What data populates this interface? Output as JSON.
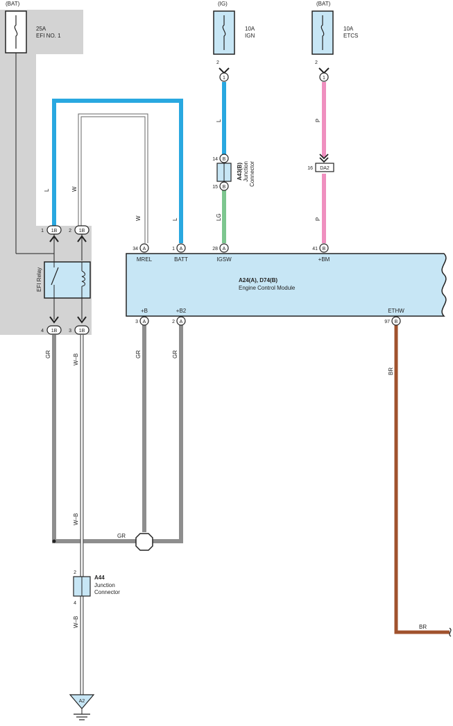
{
  "fuses": {
    "efi": {
      "source": "(BAT)",
      "rating": "25A",
      "name": "EFI NO. 1"
    },
    "ign": {
      "source": "(IG)",
      "rating": "10A",
      "name": "IGN",
      "pin": "2",
      "connector": "1"
    },
    "etcs": {
      "source": "(BAT)",
      "rating": "10A",
      "name": "ETCS",
      "pin": "2",
      "connector": "1"
    }
  },
  "wires": {
    "l": "L",
    "w": "W",
    "lg": "LG",
    "p": "P",
    "gr": "GR",
    "wb": "W–B",
    "br": "BR"
  },
  "relay": {
    "name": "EFI Relay",
    "connector": "1B",
    "pin_top_left": "1",
    "pin_top_right": "2",
    "pin_bottom_left": "4",
    "pin_bottom_right": "3"
  },
  "junction_a43": {
    "title": "A43(B)",
    "subtitle_1": "Junction",
    "subtitle_2": "Connector",
    "pin_top": "14",
    "pin_bottom": "15",
    "letter": "B"
  },
  "da2": {
    "pin": "16",
    "label": "DA2"
  },
  "ecm": {
    "title": "A24(A), D74(B)",
    "subtitle": "Engine Control Module",
    "top_pins": [
      {
        "num": "34",
        "letter": "A",
        "name": "MREL"
      },
      {
        "num": "1",
        "letter": "A",
        "name": "BATT"
      },
      {
        "num": "28",
        "letter": "A",
        "name": "IGSW"
      },
      {
        "num": "41",
        "letter": "B",
        "name": "+BM"
      }
    ],
    "bottom_pins": [
      {
        "num": "3",
        "letter": "A",
        "name": "+B"
      },
      {
        "num": "2",
        "letter": "A",
        "name": "+B2"
      },
      {
        "num": "97",
        "letter": "B",
        "name": "ETHW"
      }
    ]
  },
  "junction_a44": {
    "title": "A44",
    "subtitle_1": "Junction",
    "subtitle_2": "Connector",
    "pin_top": "2",
    "pin_bottom": "4"
  },
  "ground": {
    "label": "A2"
  },
  "colors": {
    "blue_wire": "#29a8e0",
    "green_wire": "#7dc68f",
    "pink_wire": "#ef8fbf",
    "gray_wire": "#8e8e8e",
    "brown_wire": "#a0522d",
    "component_fill": "#c7e6f5",
    "shade": "#d3d3d3"
  }
}
